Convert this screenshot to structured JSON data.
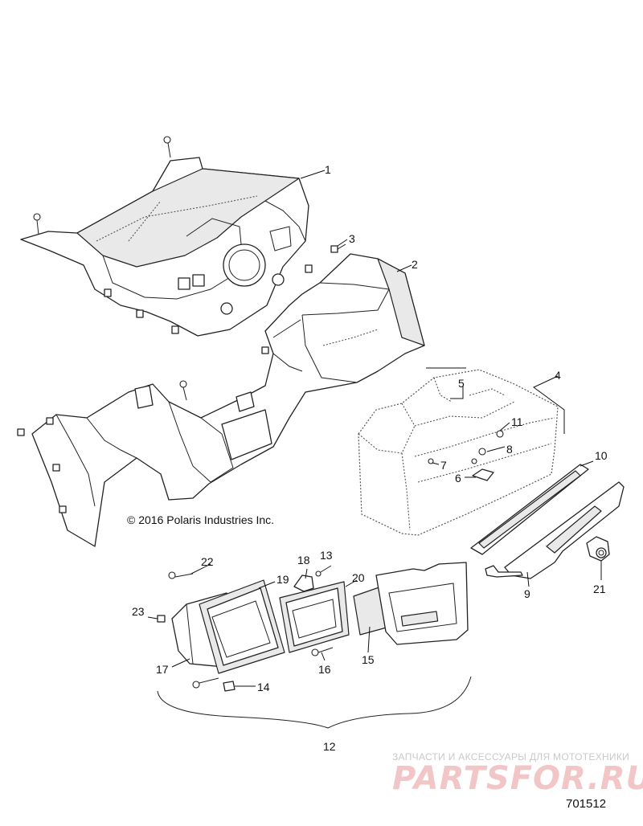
{
  "diagram": {
    "copyright": "© 2016 Polaris Industries Inc.",
    "figure_number": "701512",
    "callouts": [
      "1",
      "2",
      "3",
      "4",
      "5",
      "6",
      "7",
      "8",
      "9",
      "10",
      "11",
      "12",
      "13",
      "14",
      "15",
      "16",
      "17",
      "18",
      "19",
      "20",
      "21",
      "22",
      "23"
    ]
  },
  "watermark": {
    "tagline": "ЗАПЧАСТИ И АКСЕССУАРЫ ДЛЯ МОТОТЕХНИКИ",
    "logo": "PARTSFOR.RU"
  }
}
